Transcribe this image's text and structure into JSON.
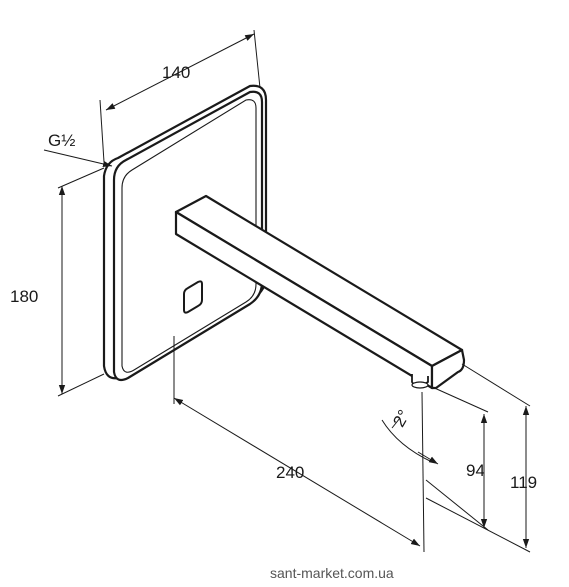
{
  "dimensions": {
    "width_top": "140",
    "height_left": "180",
    "thread": "G½",
    "spout_length": "240",
    "outlet_height": "94",
    "spout_height": "119",
    "angle": "2°"
  },
  "watermark": "sant-market.com.ua",
  "colors": {
    "line": "#1a1a1a",
    "background": "#ffffff"
  }
}
